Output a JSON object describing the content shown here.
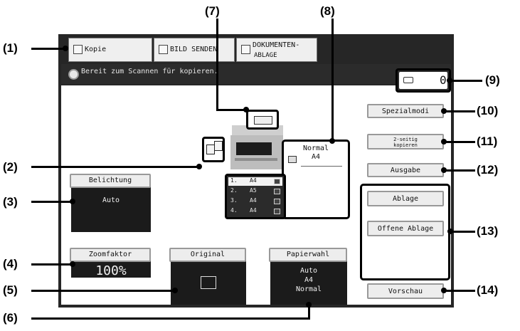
{
  "callouts": [
    "(1)",
    "(2)",
    "(3)",
    "(4)",
    "(5)",
    "(6)",
    "(7)",
    "(8)",
    "(9)",
    "(10)",
    "(11)",
    "(12)",
    "(13)",
    "(14)"
  ],
  "tabs": {
    "copy": "Kopie",
    "image_send": "BILD SENDEN",
    "doc_filing_line1": "DOKUMENTEN-",
    "doc_filing_line2": "ABLAGE"
  },
  "status": {
    "message": "Bereit zum Scannen für kopieren."
  },
  "counter": {
    "value": "0"
  },
  "buttons": {
    "special_modes": "Spezialmodi",
    "duplex_line1": "2-seitig",
    "duplex_line2": "kopieren",
    "output": "Ausgabe",
    "filing": "Ablage",
    "quick_file": "Offene Ablage",
    "preview": "Vorschau"
  },
  "exposure": {
    "title": "Belichtung",
    "value": "Auto"
  },
  "zoom": {
    "title": "Zoomfaktor",
    "value": "100%"
  },
  "original": {
    "title": "Original"
  },
  "paper_select": {
    "title": "Papierwahl",
    "line1": "Auto",
    "line2": "A4",
    "line3": "Normal"
  },
  "paper_display": {
    "type": "Normal",
    "size": "A4"
  },
  "trays": [
    {
      "num": "1.",
      "size": "A4"
    },
    {
      "num": "2.",
      "size": "A5"
    },
    {
      "num": "3.",
      "size": "A4"
    },
    {
      "num": "4.",
      "size": "A4"
    }
  ]
}
